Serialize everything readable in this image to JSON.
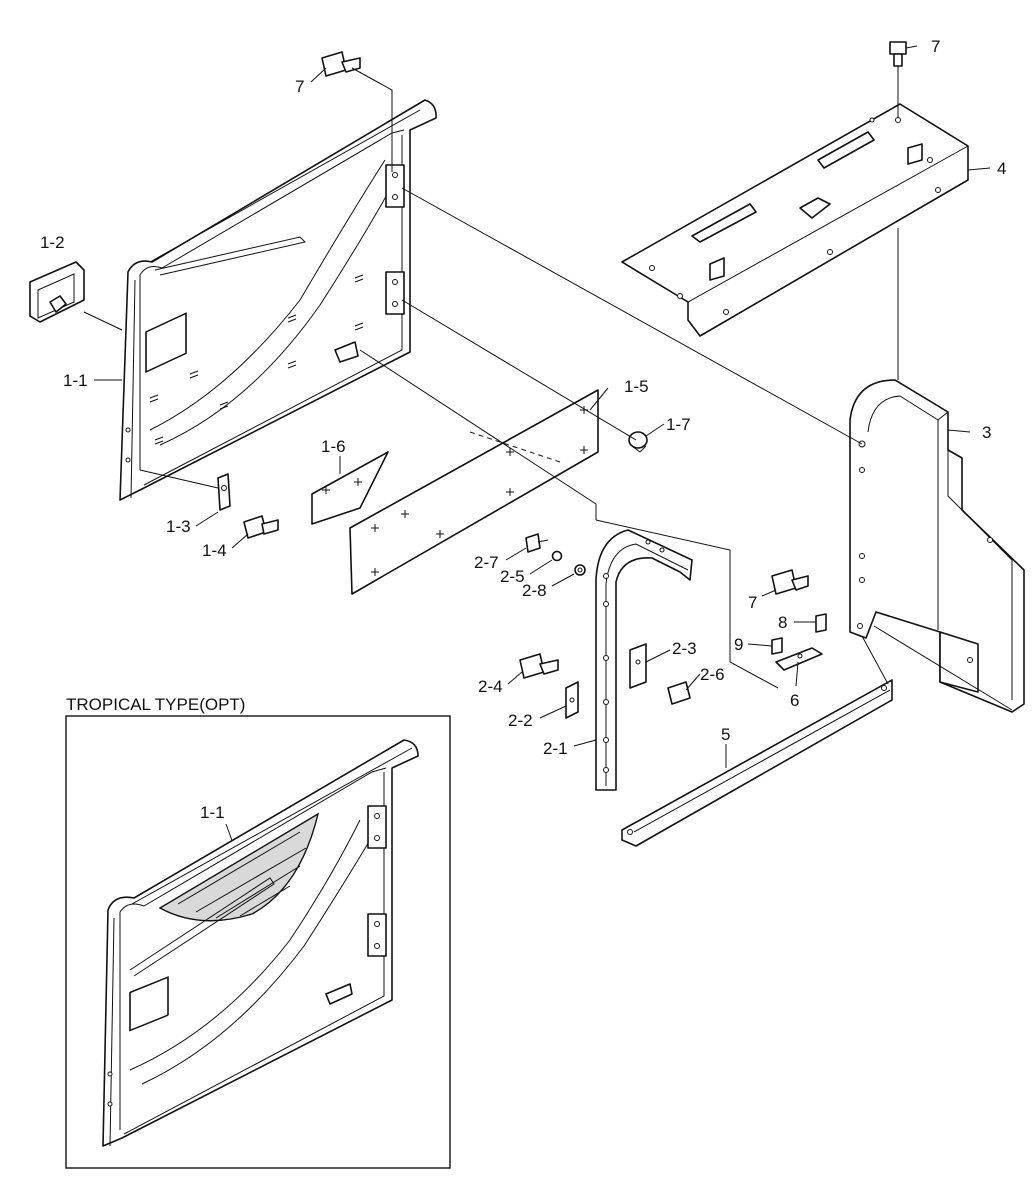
{
  "diagram": {
    "inset_title": "TROPICAL TYPE(OPT)",
    "labels": {
      "p7_top_right": "7",
      "p7_top_left": "7",
      "p4": "4",
      "p1_2": "1-2",
      "p1_1": "1-1",
      "p1_5": "1-5",
      "p1_7": "1-7",
      "p3": "3",
      "p1_6": "1-6",
      "p1_3": "1-3",
      "p1_4": "1-4",
      "p2_7": "2-7",
      "p2_5": "2-5",
      "p2_8": "2-8",
      "p7_mid": "7",
      "p8": "8",
      "p9": "9",
      "p2_3": "2-3",
      "p2_6": "2-6",
      "p6": "6",
      "p2_4": "2-4",
      "p2_2": "2-2",
      "p2_1": "2-1",
      "p5": "5",
      "p1_1_inset": "1-1"
    }
  }
}
